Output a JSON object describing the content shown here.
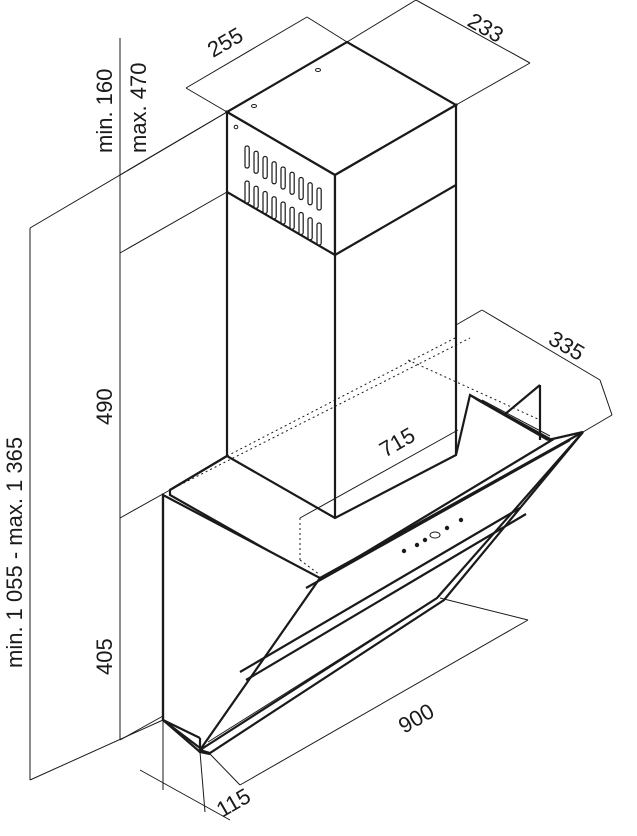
{
  "dimensions": {
    "chimney_width": "255",
    "chimney_depth": "233",
    "upper_min": "min. 160",
    "upper_max": "max. 470",
    "chimney_height": "490",
    "total_height": "min. 1 055 - max. 1 365",
    "hood_depth": "335",
    "inner_width": "715",
    "hood_height": "405",
    "hood_width": "900",
    "base_depth": "115"
  },
  "colors": {
    "line": "#1a1a1a",
    "background": "#ffffff"
  }
}
